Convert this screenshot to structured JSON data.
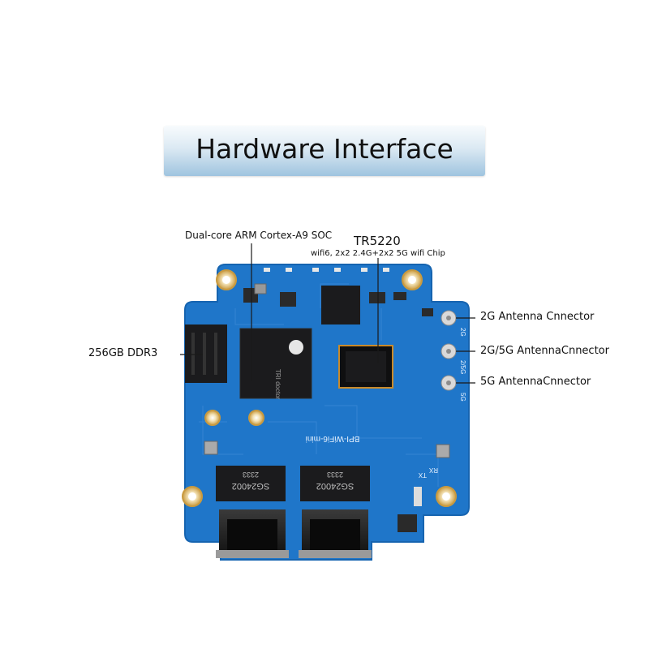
{
  "title": "Hardware Interface",
  "labels": {
    "soc": "Dual-core ARM Cortex-A9 SOC",
    "wifi_chip": "TR5220",
    "wifi_desc": "wifi6, 2x2 2.4G+2x2 5G wifi Chip",
    "ddr": "256GB DDR3",
    "ant_2g": "2G Antenna Cnnector",
    "ant_2g5g": "2G/5G AntennaCnnector",
    "ant_5g": "5G AntennaCnnector"
  },
  "board_text": {
    "board_name": "BPI-WiFi6-mini",
    "soc_marking": "TRI doctor",
    "magjack_1": "SG24002",
    "magjack_2": "SG24002",
    "magjack_1_code": "2333",
    "magjack_2_code": "2333",
    "silk_2g": "2G",
    "silk_2g5g": "2/5G",
    "silk_5g": "5G",
    "silk_rx": "RX",
    "silk_tx": "TX"
  },
  "colors": {
    "pcb": "#1f76c9",
    "pcb_edge": "#1664b0",
    "chip": "#1b1b1d",
    "callout_line": "#1a1a1a"
  }
}
